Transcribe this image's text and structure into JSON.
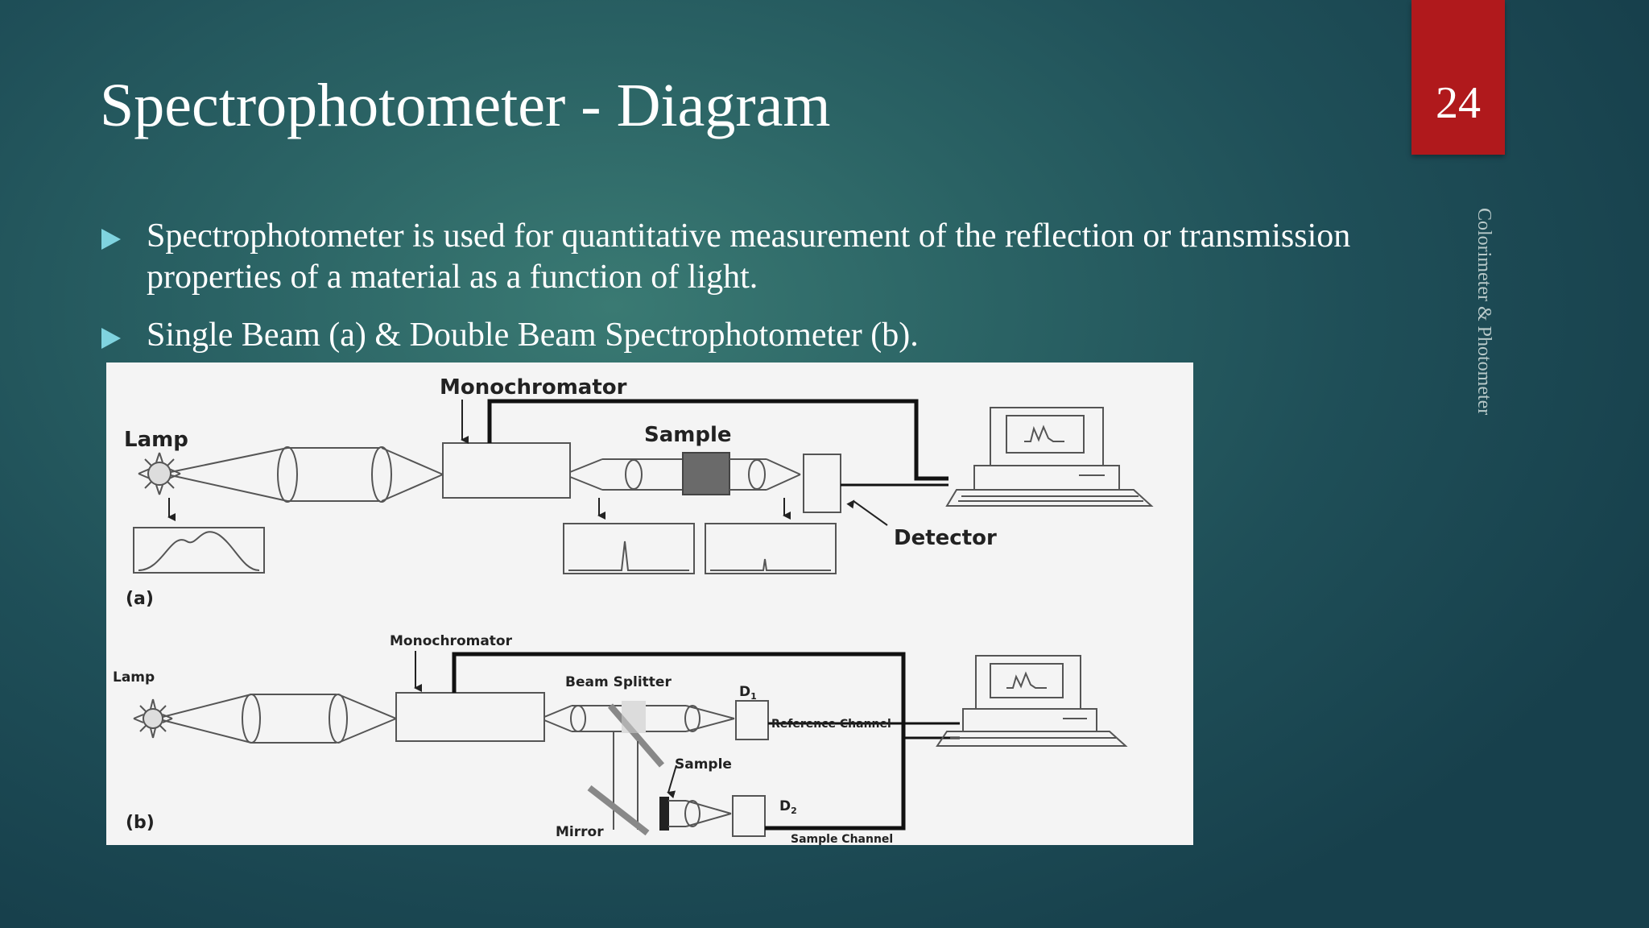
{
  "slide": {
    "title": "Spectrophotometer - Diagram",
    "page_number": "24",
    "side_label": "Colorimeter & Photometer",
    "bullets": [
      "Spectrophotometer is used for quantitative measurement of the reflection or transmission properties of a material as a function of light.",
      "Single Beam (a) & Double Beam Spectrophotometer (b)."
    ]
  },
  "diagram": {
    "a": {
      "monochromator": "Monochromator",
      "lamp": "Lamp",
      "sample": "Sample",
      "detector": "Detector",
      "caption": "(a)"
    },
    "b": {
      "monochromator": "Monochromator",
      "lamp": "Lamp",
      "beam_splitter": "Beam Splitter",
      "d1": "D",
      "d1_sub": "1",
      "reference_channel": "Reference Channel",
      "sample": "Sample",
      "d2": "D",
      "d2_sub": "2",
      "mirror": "Mirror",
      "sample_channel": "Sample Channel",
      "caption": "(b)"
    }
  },
  "colors": {
    "badge": "#b0191c",
    "bullet": "#7fd3df",
    "text": "#ffffff"
  }
}
